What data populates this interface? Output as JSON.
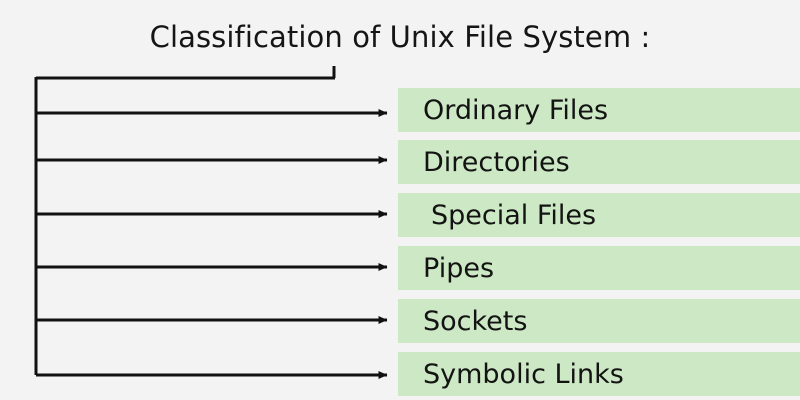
{
  "diagram": {
    "title": "Classification of Unix File System :",
    "type": "tree-classification",
    "background_color": "#f4f3f3",
    "box_color": "#cde8c4",
    "line_color": "#111111",
    "text_color": "#131313",
    "categories": [
      {
        "label": "Ordinary Files",
        "indented": false
      },
      {
        "label": "Directories",
        "indented": false
      },
      {
        "label": "Special Files",
        "indented": true
      },
      {
        "label": "Pipes",
        "indented": false
      },
      {
        "label": "Sockets",
        "indented": false
      },
      {
        "label": "Symbolic Links",
        "indented": false
      }
    ]
  }
}
